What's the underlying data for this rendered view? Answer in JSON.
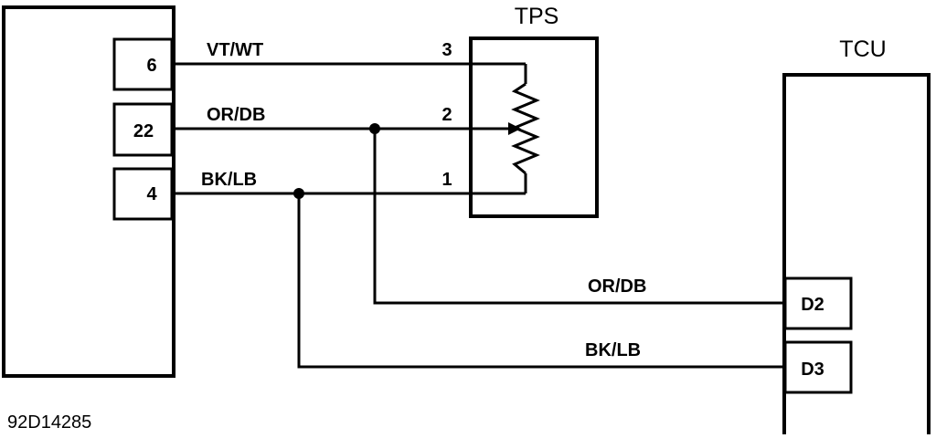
{
  "diagram_code": "92D14285",
  "tps": {
    "title": "TPS",
    "pins": {
      "p3": "3",
      "p2": "2",
      "p1": "1"
    }
  },
  "tcu": {
    "title": "TCU",
    "terminals": {
      "d2": "D2",
      "d3": "D3"
    }
  },
  "left_module": {
    "terminals": {
      "t6": "6",
      "t22": "22",
      "t4": "4"
    }
  },
  "wires": {
    "top": "VT/WT",
    "middle": "OR/DB",
    "bottom": "BK/LB",
    "to_d2": "OR/DB",
    "to_d3": "BK/LB"
  }
}
